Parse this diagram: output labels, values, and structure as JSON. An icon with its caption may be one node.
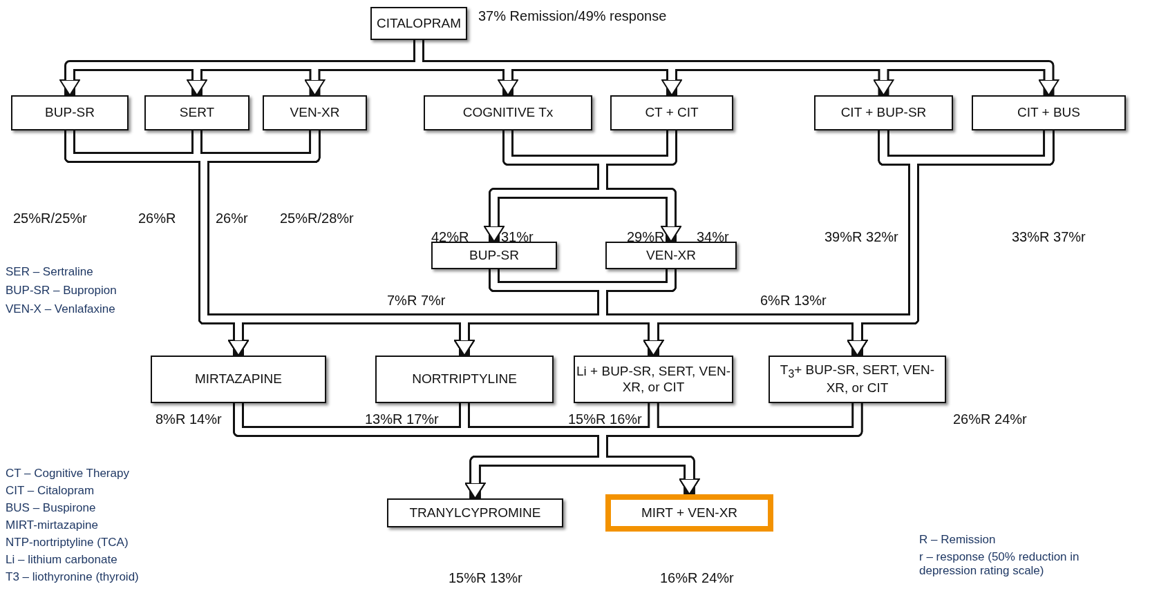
{
  "diagram": {
    "nodes": [
      {
        "text": [
          "CITALOPRAM"
        ],
        "beside": [
          "37% Remission/49% response"
        ]
      },
      {
        "text": [
          "BUP-SR"
        ]
      },
      {
        "text": [
          "SERT"
        ]
      },
      {
        "text": [
          "VEN-XR"
        ]
      },
      {
        "text": [
          "COGNITIVE Tx"
        ]
      },
      {
        "text": [
          "CT + CIT"
        ]
      },
      {
        "text": [
          "CIT + BUP-SR"
        ]
      },
      {
        "text": [
          "CIT + BUS"
        ]
      },
      {
        "text": [
          "BUP-SR"
        ]
      },
      {
        "text": [
          "VEN-XR"
        ]
      },
      {
        "text": [
          "MIRTAZAPINE"
        ]
      },
      {
        "text": [
          "NORTRIPTYLINE"
        ]
      },
      {
        "text": [
          "Li + BUP-SR, SERT, VEN-XR, or CIT"
        ]
      },
      {
        "text": [
          "T$_{3}$+ BUP-SR, SERT, VEN-XR, or CIT"
        ]
      },
      {
        "text": [
          "TRANYLCYPROMINE"
        ]
      },
      {
        "text": [
          "MIRT + VEN-XR"
        ]
      }
    ],
    "edges": [
      {
        "from": 0,
        "to": 1,
        "arrow": "to"
      },
      {
        "from": 0,
        "to": 2,
        "arrow": "to"
      },
      {
        "from": 0,
        "to": 3,
        "arrow": "to"
      },
      {
        "from": 0,
        "to": 4,
        "arrow": "to"
      },
      {
        "from": 0,
        "to": 5,
        "arrow": "to"
      },
      {
        "from": 0,
        "to": 6,
        "arrow": "to"
      },
      {
        "from": 0,
        "to": 7,
        "arrow": "to"
      },
      {
        "from": 4,
        "to": 8,
        "arrow": "to"
      },
      {
        "from": 4,
        "to": 9,
        "arrow": "to"
      },
      {
        "from": 5,
        "to": 8,
        "arrow": "to"
      },
      {
        "from": 5,
        "to": 9,
        "arrow": "to"
      },
      {
        "from": 1,
        "to": 10,
        "arrow": "to"
      },
      {
        "from": 1,
        "to": 11,
        "arrow": "to"
      },
      {
        "from": 1,
        "to": 12,
        "arrow": "to"
      },
      {
        "from": 1,
        "to": 13,
        "arrow": "to"
      },
      {
        "from": 2,
        "to": 10,
        "arrow": "to"
      },
      {
        "from": 2,
        "to": 11,
        "arrow": "to"
      },
      {
        "from": 2,
        "to": 12,
        "arrow": "to"
      },
      {
        "from": 2,
        "to": 13,
        "arrow": "to"
      },
      {
        "from": 3,
        "to": 10,
        "arrow": "to"
      },
      {
        "from": 3,
        "to": 11,
        "arrow": "to"
      },
      {
        "from": 3,
        "to": 12,
        "arrow": "to"
      },
      {
        "from": 3,
        "to": 13,
        "arrow": "to"
      },
      {
        "from": 8,
        "to": 10,
        "arrow": "to"
      },
      {
        "from": 8,
        "to": 11,
        "arrow": "to"
      },
      {
        "from": 8,
        "to": 12,
        "arrow": "to"
      },
      {
        "from": 8,
        "to": 13,
        "arrow": "to"
      },
      {
        "from": 9,
        "to": 10,
        "arrow": "to"
      },
      {
        "from": 9,
        "to": 11,
        "arrow": "to"
      },
      {
        "from": 9,
        "to": 12,
        "arrow": "to"
      },
      {
        "from": 9,
        "to": 13,
        "arrow": "to"
      },
      {
        "from": 6,
        "to": 10,
        "arrow": "to"
      },
      {
        "from": 6,
        "to": 11,
        "arrow": "to"
      },
      {
        "from": 6,
        "to": 12,
        "arrow": "to"
      },
      {
        "from": 6,
        "to": 13,
        "arrow": "to"
      },
      {
        "from": 7,
        "to": 10,
        "arrow": "to"
      },
      {
        "from": 7,
        "to": 11,
        "arrow": "to"
      },
      {
        "from": 7,
        "to": 12,
        "arrow": "to"
      },
      {
        "from": 7,
        "to": 13,
        "arrow": "to"
      },
      {
        "from": 10,
        "to": 14,
        "arrow": "to"
      },
      {
        "from": 10,
        "to": 15,
        "arrow": "to"
      },
      {
        "from": 11,
        "to": 14,
        "arrow": "to"
      },
      {
        "from": 11,
        "to": 15,
        "arrow": "to"
      },
      {
        "from": 12,
        "to": 14,
        "arrow": "to"
      },
      {
        "from": 12,
        "to": 15,
        "arrow": "to"
      },
      {
        "from": 13,
        "to": 14,
        "arrow": "to"
      },
      {
        "from": 13,
        "to": 15,
        "arrow": "to"
      }
    ],
    "labels": [
      "25%R/25%r",
      "26%R",
      "26%r",
      "25%R/28%r",
      "42%R",
      "31%r",
      "29%R",
      "34%r",
      "39%R 32%r",
      "33%R 37%r",
      "SER – Sertraline",
      "BUP-SR – Bupropion",
      "7%R 7%r",
      "6%R 13%r",
      "VEN-X – Venlafaxine",
      "8%R 14%r",
      "13%R 17%r",
      "15%R 16%r",
      "26%R 24%r",
      "CT – Cognitive Therapy",
      "CIT – Citalopram",
      "BUS – Buspirone",
      "MIRT-mirtazapine",
      "NTP-nortriptyline (TCA)",
      "Li – lithium carbonate",
      "R – Remission",
      "15%R 13%r",
      "16%R 24%r",
      "r – response (50% reduction in depression rating scale)",
      "T3 – liothyronine (thyroid)"
    ]
  }
}
